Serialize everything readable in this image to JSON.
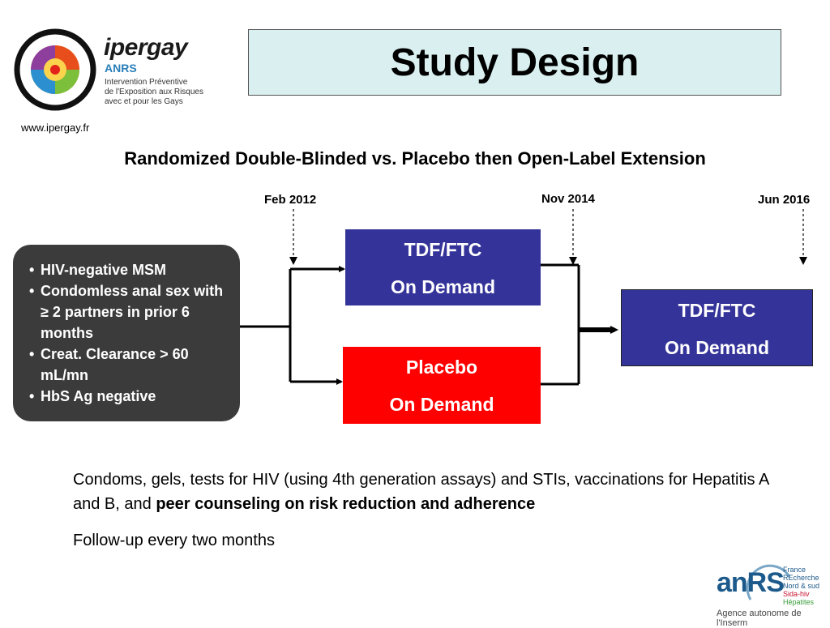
{
  "logo": {
    "wordmark": "ipergay",
    "org": "ANRS",
    "tagline_lines": [
      "Intervention Préventive",
      "de l'Exposition aux Risques",
      "avec et pour les Gays"
    ]
  },
  "website": "www.ipergay.fr",
  "title": "Study Design",
  "subtitle": "Randomized Double-Blinded vs. Placebo then Open-Label Extension",
  "timeline": {
    "start": "Feb 2012",
    "switch": "Nov 2014",
    "end": "Jun 2016"
  },
  "criteria": [
    {
      "text": "HIV-negative MSM"
    },
    {
      "text": "Condomless anal sex with ≥ 2 partners in prior 6 months"
    },
    {
      "text": "Creat. Clearance > 60 mL/mn"
    },
    {
      "text": "HbS Ag negative"
    }
  ],
  "arms": {
    "tdf": {
      "line1": "TDF/FTC",
      "line2": "On Demand",
      "color": "#343399"
    },
    "placebo": {
      "line1": "Placebo",
      "line2": "On Demand",
      "color": "#ff0000"
    },
    "open_label": {
      "line1": "TDF/FTC",
      "line2": "On Demand",
      "color": "#343399"
    }
  },
  "notes": [
    {
      "marker": "",
      "text": "Condoms, gels, tests for HIV (using 4th generation assays) and STIs, vaccinations for Hepatitis A and B, and ",
      "bold": "peer counseling on risk reduction and adherence"
    },
    {
      "marker": "",
      "text": "Follow-up every two months",
      "bold": ""
    }
  ],
  "footer_logo": {
    "word": "anRS",
    "side_lines": [
      "France",
      "REcherche",
      "Nord & sud",
      "Sida-hiv",
      "Hépatites"
    ],
    "tagline": "Agence autonome de l'Inserm"
  }
}
